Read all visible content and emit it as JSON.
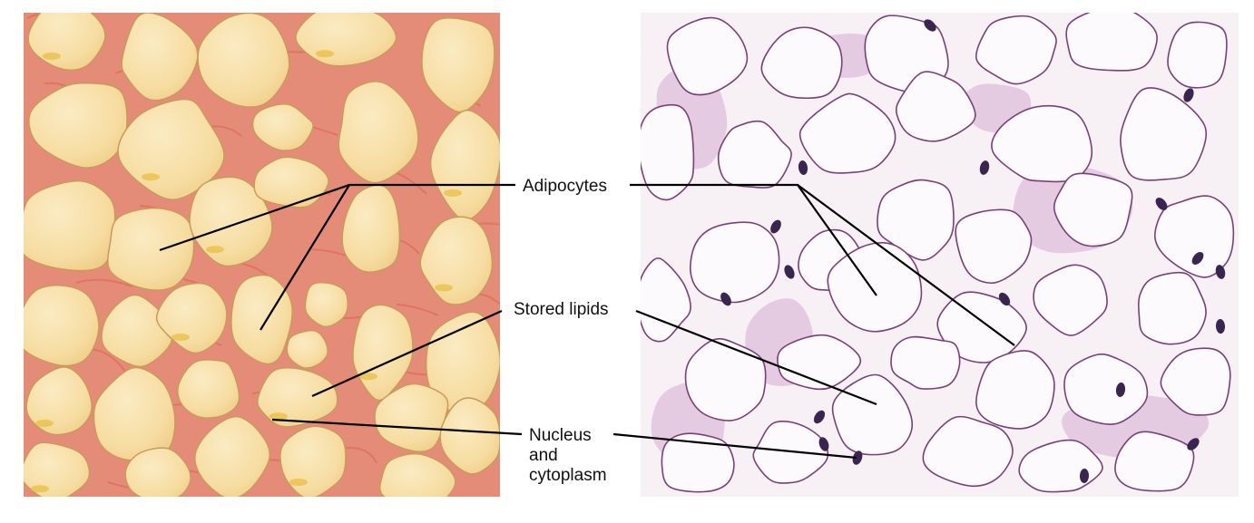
{
  "figure": {
    "left_panel": {
      "description": "Illustration of adipose tissue: pale yellow adipocytes in pink connective tissue",
      "colors": {
        "background": "#E58C78",
        "cell_fill": "#F6DCA0",
        "cell_outline": "#C99A5A",
        "nucleus": "#E8C04A",
        "fiber": "#D9604E"
      }
    },
    "right_panel": {
      "description": "Micrograph of adipose tissue (H&E stain)",
      "colors": {
        "background": "#F7F1F5",
        "membrane": "#7A3F78",
        "stroma": "#D9B3D4",
        "nucleus": "#3A2550"
      }
    },
    "labels": [
      {
        "id": "adipocytes",
        "lines": [
          "Adipocytes"
        ]
      },
      {
        "id": "stored-lipids",
        "lines": [
          "Stored lipids"
        ]
      },
      {
        "id": "nucleus-cytoplasm",
        "lines": [
          "Nucleus",
          "and",
          "cytoplasm"
        ]
      }
    ],
    "leader_color": "#000000"
  }
}
